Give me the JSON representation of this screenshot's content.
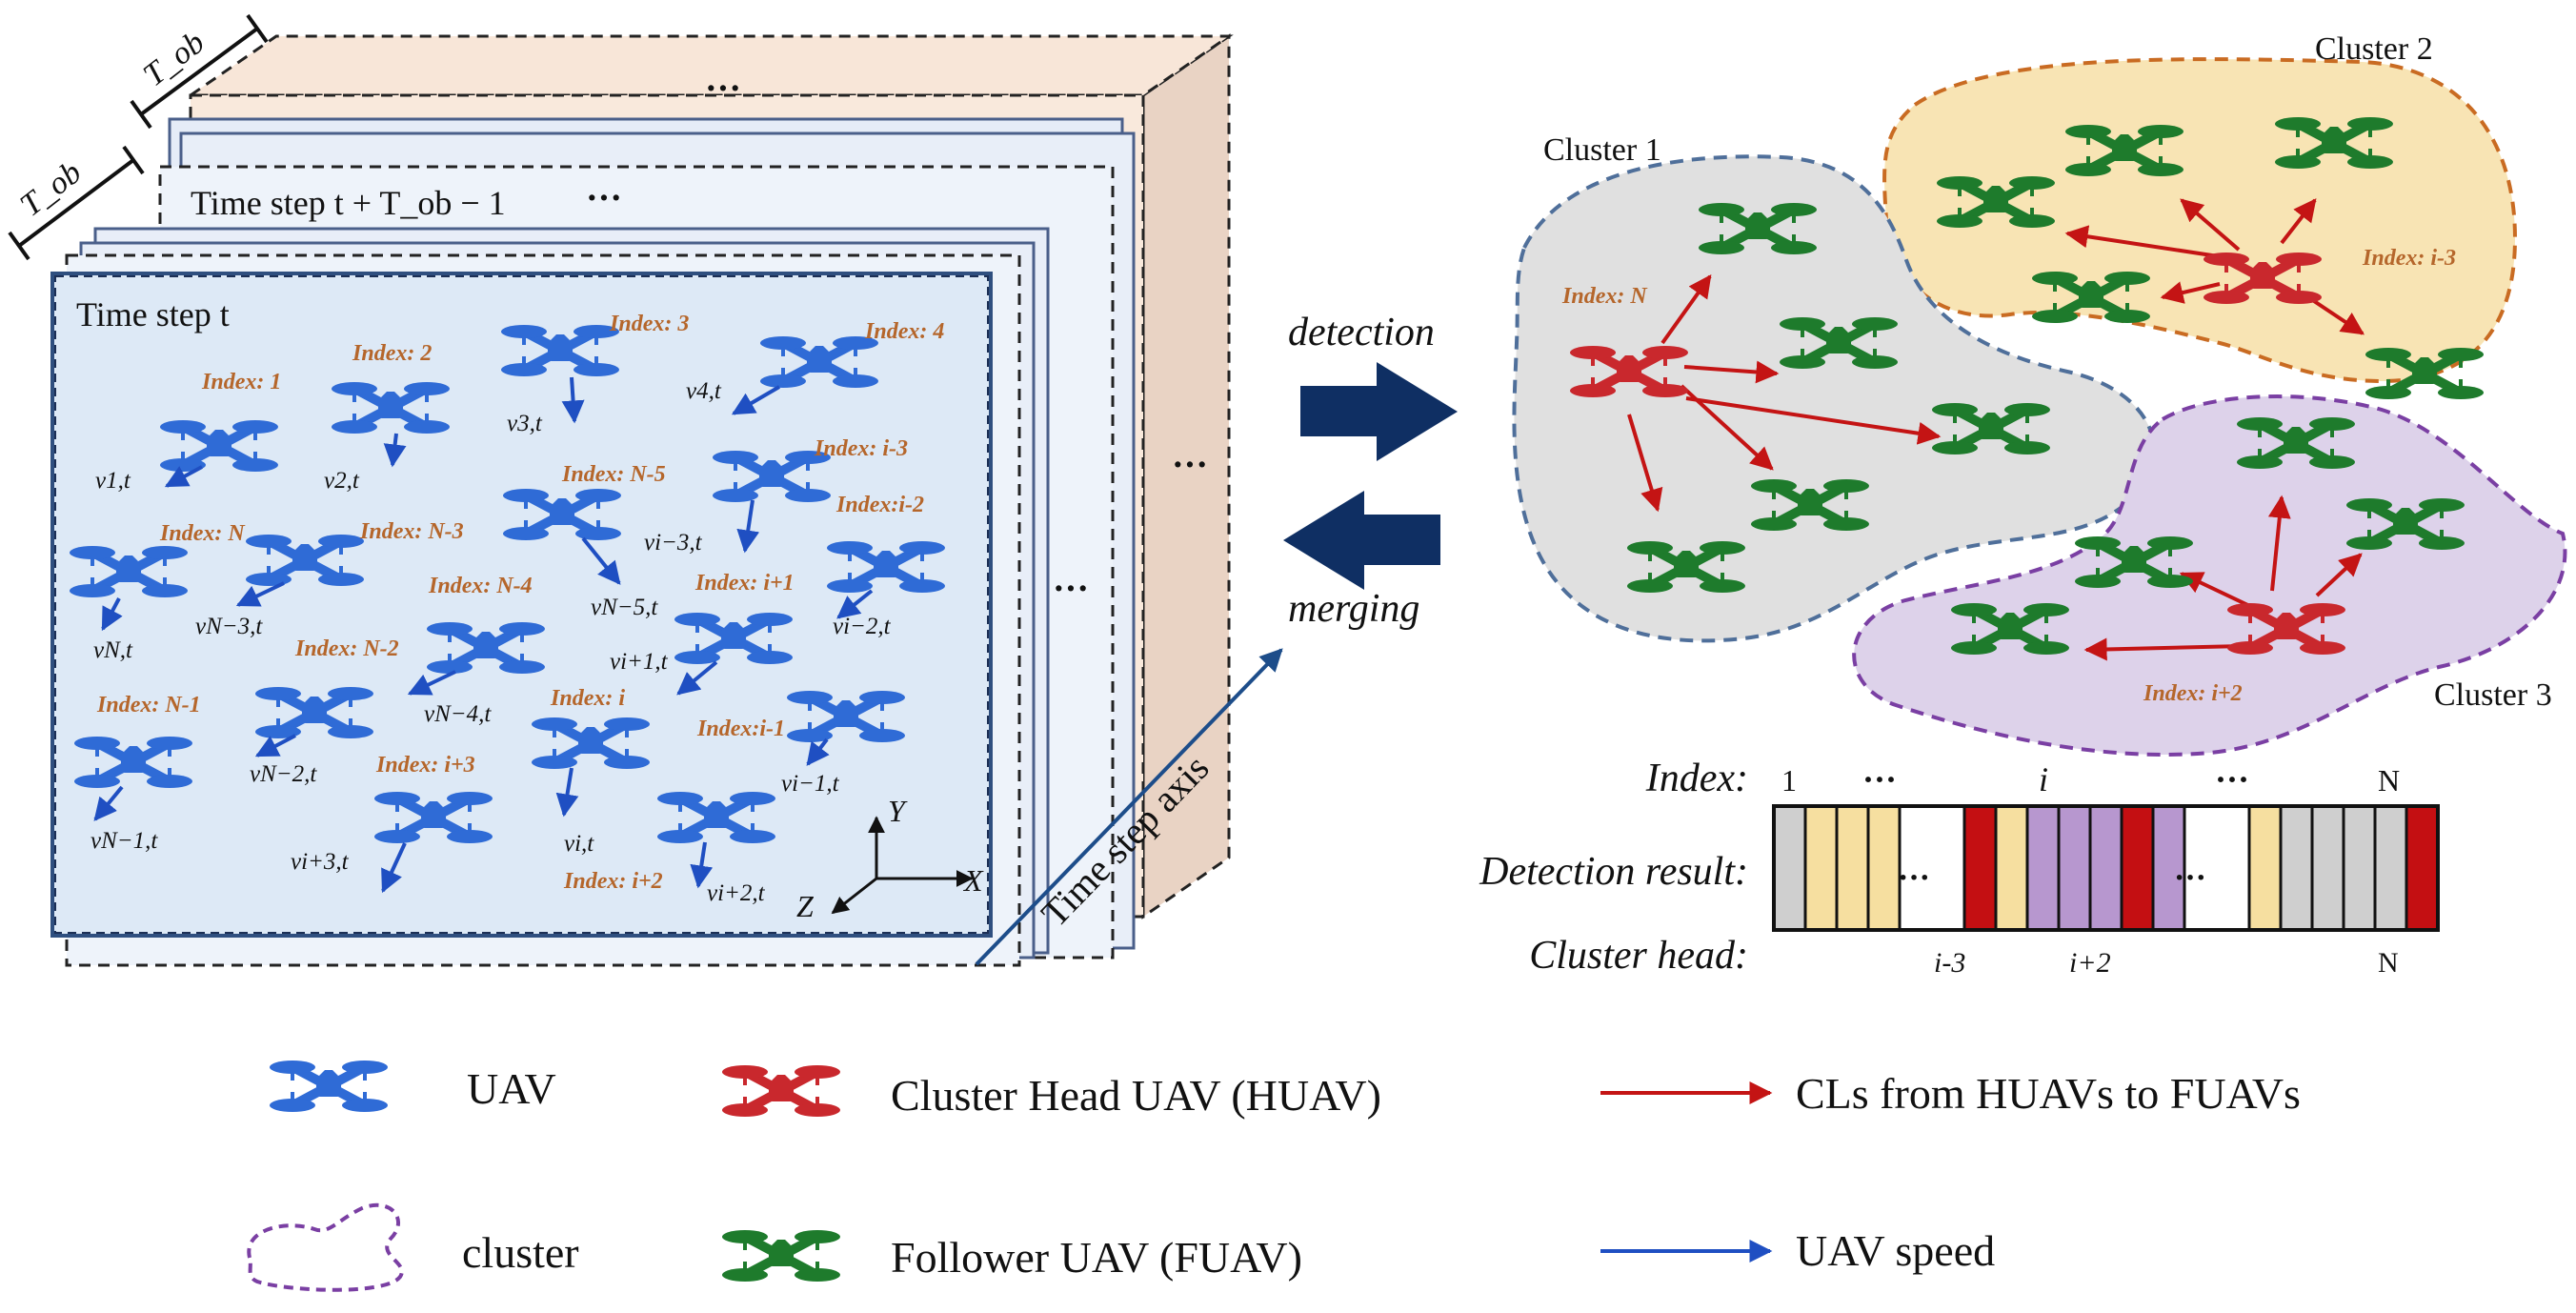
{
  "frames": {
    "front_label": "Time step t",
    "back_label": "Time step t + T_ob − 1",
    "period_top": "T_ob",
    "period_mid": "T_ob",
    "dots": "···",
    "axis_label": "Time step axis",
    "axes": {
      "x": "X",
      "y": "Y",
      "z": "Z"
    }
  },
  "swarm": [
    {
      "index": "Index: 1",
      "speed": "v1,t"
    },
    {
      "index": "Index: 2",
      "speed": "v2,t"
    },
    {
      "index": "Index: 3",
      "speed": "v3,t"
    },
    {
      "index": "Index: 4",
      "speed": "v4,t"
    },
    {
      "index": "Index: N",
      "speed": "vN,t"
    },
    {
      "index": "Index: N-3",
      "speed": "vN−3,t"
    },
    {
      "index": "Index: N-5",
      "speed": "vN−5,t"
    },
    {
      "index": "Index: i-3",
      "speed": "vi−3,t"
    },
    {
      "index": "Index:i-2",
      "speed": "vi−2,t"
    },
    {
      "index": "Index: N-4",
      "speed": "vN−4,t"
    },
    {
      "index": "Index: i+1",
      "speed": "vi+1,t"
    },
    {
      "index": "Index: N-2",
      "speed": "vN−2,t"
    },
    {
      "index": "Index: N-1",
      "speed": "vN−1,t"
    },
    {
      "index": "Index: i",
      "speed": "vi,t"
    },
    {
      "index": "Index:i-1",
      "speed": "vi−1,t"
    },
    {
      "index": "Index: i+3",
      "speed": "vi+3,t"
    },
    {
      "index": "Index: i+2",
      "speed": "vi+2,t"
    }
  ],
  "process": {
    "detection": "detection",
    "merging": "merging"
  },
  "clusters": {
    "c1": {
      "label": "Cluster 1",
      "head": "Index: N"
    },
    "c2": {
      "label": "Cluster 2",
      "head": "Index: i-3"
    },
    "c3": {
      "label": "Cluster 3",
      "head": "Index: i+2"
    }
  },
  "result_table": {
    "index_label": "Index:",
    "detection_label": "Detection result:",
    "head_label": "Cluster head:",
    "index_marks": {
      "first": "1",
      "middle": "i",
      "last": "N",
      "dots": "···"
    },
    "head_marks": {
      "a": "i-3",
      "b": "i+2",
      "c": "N"
    },
    "cell_dots": "···",
    "cells": [
      "gray",
      "yellow",
      "yellow",
      "yellow",
      "white",
      "red",
      "yellow",
      "purple",
      "purple",
      "purple",
      "red",
      "purple",
      "white",
      "yellow",
      "gray",
      "gray",
      "gray",
      "gray",
      "red"
    ],
    "colors": {
      "gray": "#cfcfcf",
      "yellow": "#f6dfa0",
      "purple": "#b797cf",
      "red": "#c40f12",
      "white": "#ffffff"
    }
  },
  "legend": {
    "uav": "UAV",
    "huav": "Cluster Head UAV (HUAV)",
    "cls": "CLs from HUAVs to FUAVs",
    "cluster": "cluster",
    "fuav": "Follower UAV (FUAV)",
    "speed": "UAV speed"
  },
  "colors": {
    "uav": "#2f6bd6",
    "head": "#c9282d",
    "follower": "#1e7b2c",
    "arrow_red": "#c41414",
    "arrow_blue": "#1f4fc2",
    "process_arrow": "#0f2f63"
  }
}
